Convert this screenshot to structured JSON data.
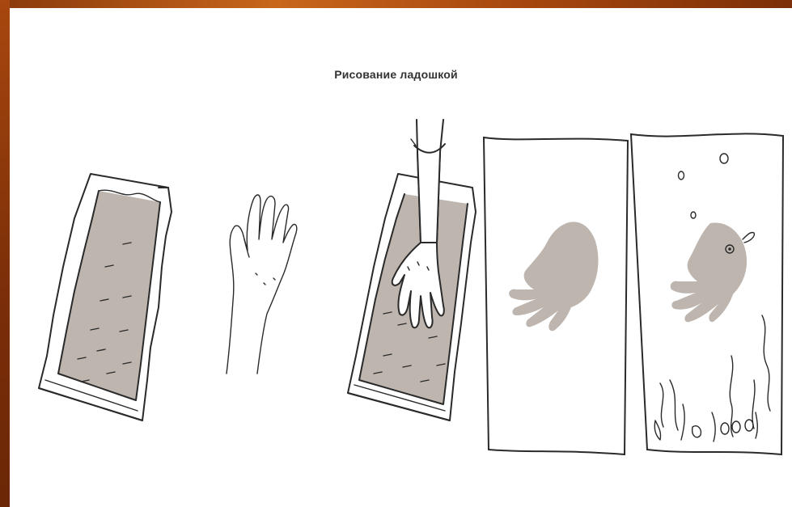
{
  "title": "Рисование ладошкой",
  "colors": {
    "frame": "#a8470f",
    "paint": "#bdb5ae",
    "ink": "#2a2a2a",
    "background": "#ffffff"
  },
  "steps": [
    {
      "name": "tray-with-paint"
    },
    {
      "name": "hand"
    },
    {
      "name": "hand-in-tray"
    },
    {
      "name": "handprint-on-paper"
    },
    {
      "name": "handprint-fish-picture"
    }
  ]
}
